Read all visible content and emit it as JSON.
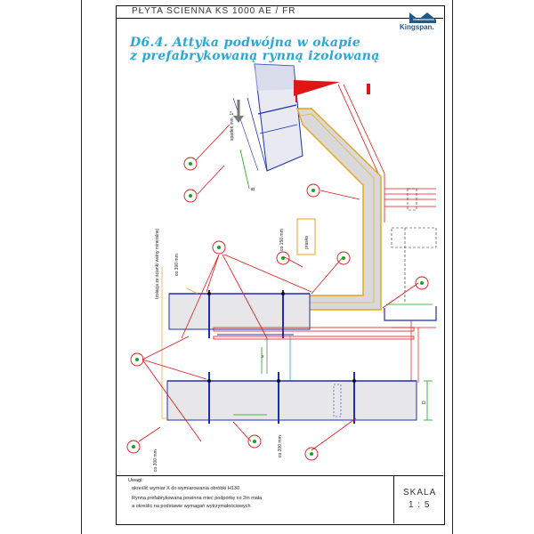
{
  "header": {
    "title": "PŁYTA ŚCIENNA KS 1000 AE / FR"
  },
  "logo": {
    "text": "Kingspan."
  },
  "drawing": {
    "title_line1": "D6.4. Attyka podwójna w okapie",
    "title_line2": "z prefabrykowaną rynną izolowaną",
    "labels": {
      "slope": "spadek min. 1°",
      "min150": "co 150 mm",
      "insulation": "Izolacja ze ścianki\nwełny mineralnej",
      "spacing300a": "co 300 mm",
      "spacing300b": "co 300 mm",
      "spacing300c": "co 300 mm",
      "x_mark": "x",
      "dim_b": "B",
      "dim_d": "D",
      "box_label": "prasko"
    }
  },
  "notes": {
    "heading": "Uwagi:",
    "line1": "określić wymiar X do wymiarowania obróbki H130",
    "line2": "Rynna prefabrykowana powinna mieć podpórkę co 2m mała",
    "line3": "a    określic na podstawie wymagań wytrzymałościowych"
  },
  "scale": {
    "label": "SKALA",
    "value": "1 : 5"
  },
  "colors": {
    "title": "#2aa6d8",
    "panel_blue": "#1d2fb0",
    "red": "#e01616",
    "green": "#17a51a",
    "orange": "#e8a215"
  }
}
